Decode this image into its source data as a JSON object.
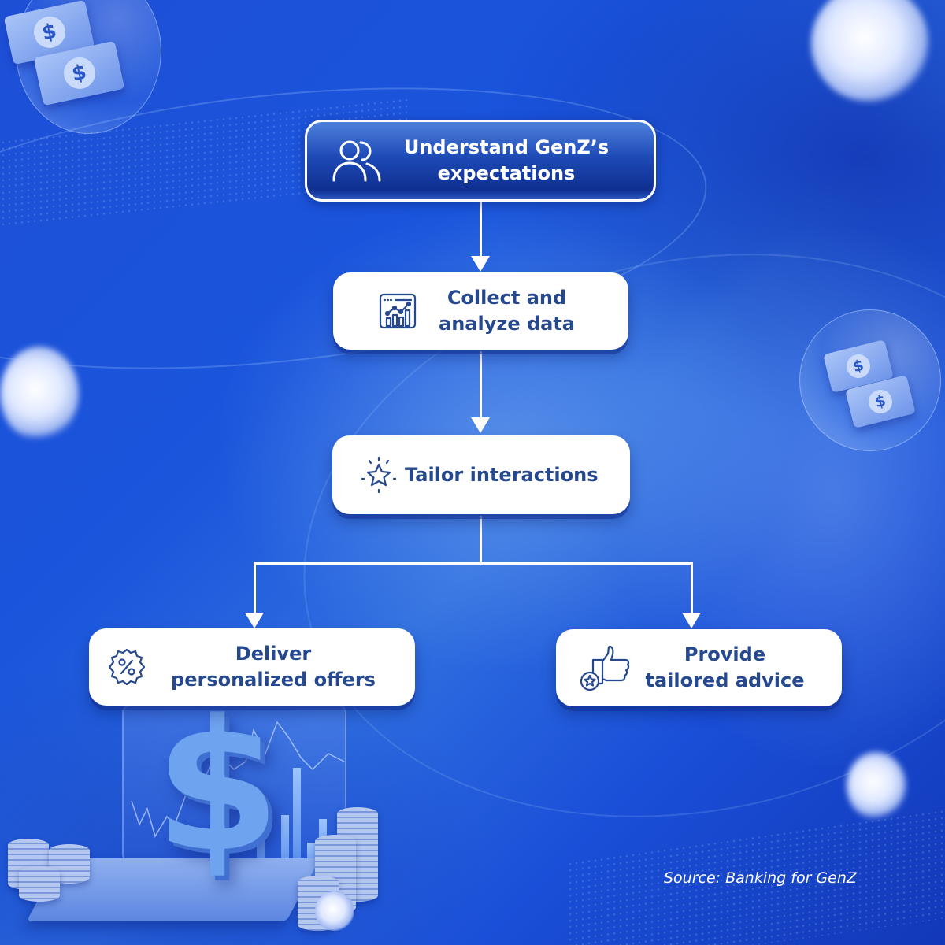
{
  "flowchart": {
    "nodes": [
      {
        "id": "understand",
        "icon": "users-icon",
        "lines": [
          "Understand GenZ’s",
          "expectations"
        ],
        "style": "primary"
      },
      {
        "id": "collect",
        "icon": "analytics-chart-icon",
        "lines": [
          "Collect and",
          "analyze data"
        ],
        "style": "light"
      },
      {
        "id": "tailor",
        "icon": "sparkle-star-icon",
        "lines": [
          "Tailor interactions"
        ],
        "style": "light"
      },
      {
        "id": "deliver",
        "icon": "discount-badge-icon",
        "lines": [
          "Deliver",
          "personalized offers"
        ],
        "style": "light"
      },
      {
        "id": "provide",
        "icon": "thumbs-up-star-icon",
        "lines": [
          "Provide",
          "tailored advice"
        ],
        "style": "light"
      }
    ],
    "edges": [
      {
        "from": "understand",
        "to": "collect"
      },
      {
        "from": "collect",
        "to": "tailor"
      },
      {
        "from": "tailor",
        "to": "deliver"
      },
      {
        "from": "tailor",
        "to": "provide"
      }
    ]
  },
  "footer": {
    "source": "Source: Banking for GenZ"
  },
  "decorations": {
    "currency_symbol": "$"
  },
  "colors": {
    "background": "#1a55dc",
    "primary_node": "#1e4ab6",
    "node_text": "#25488e",
    "connector": "#ffffff"
  }
}
